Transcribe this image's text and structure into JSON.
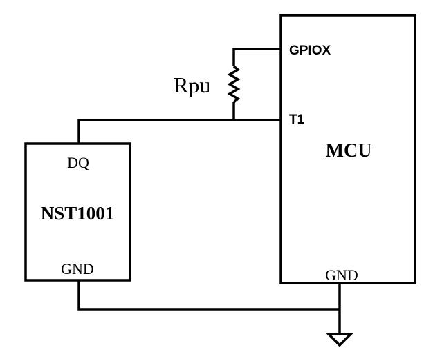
{
  "diagram": {
    "resistor": {
      "label": "Rpu"
    },
    "sensor": {
      "name": "NST1001",
      "pin_top": "DQ",
      "pin_bottom": "GND"
    },
    "mcu": {
      "name": "MCU",
      "pin_gpio": "GPIOX",
      "pin_t1": "T1",
      "pin_gnd": "GND"
    },
    "colors": {
      "line": "#000000",
      "background": "#ffffff"
    }
  }
}
